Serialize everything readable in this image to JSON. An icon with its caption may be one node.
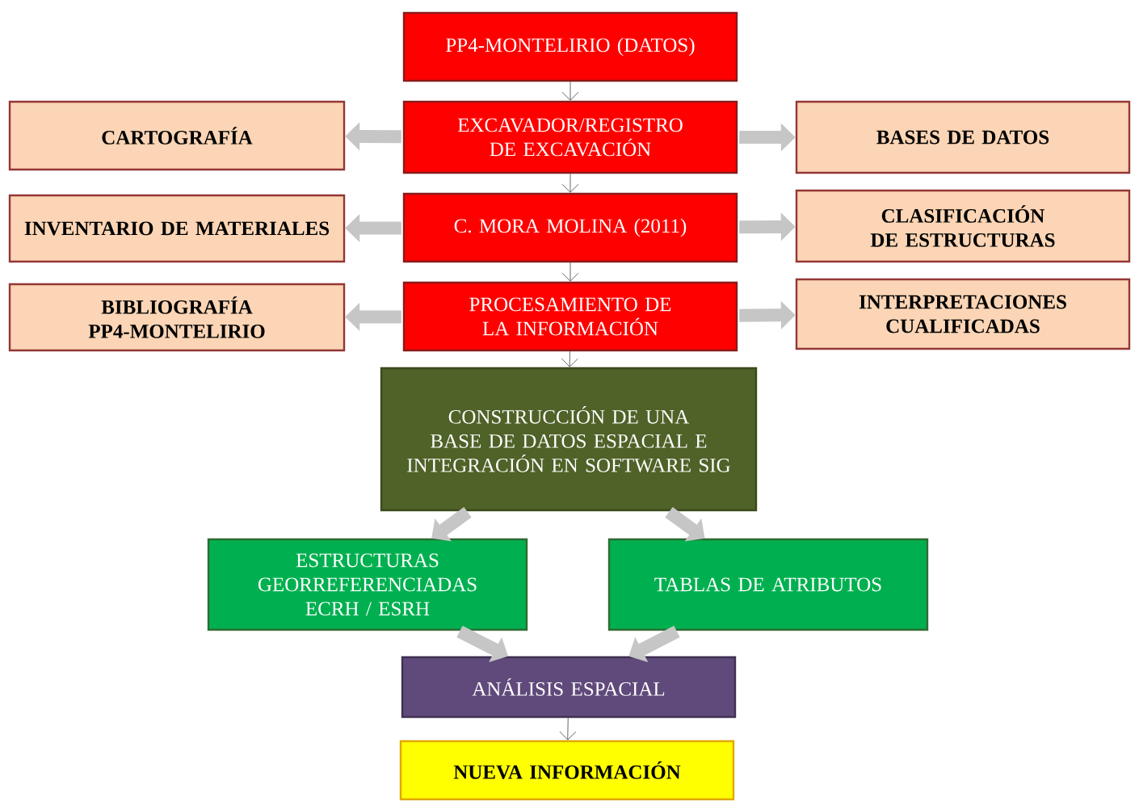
{
  "diagram": {
    "nodes": [
      {
        "text": [
          "PP4-MONTELIRIO (DATOS)"
        ]
      },
      {
        "text": [
          "CARTOGRAFÍA"
        ]
      },
      {
        "text": [
          "EXCAVADOR/REGISTRO DE EXCAVACIÓN"
        ]
      },
      {
        "text": [
          "BASES DE DATOS"
        ]
      },
      {
        "text": [
          "INVENTARIO DE MATERIALES"
        ]
      },
      {
        "text": [
          "C. MORA MOLINA (2011)"
        ]
      },
      {
        "text": [
          "CLASIFICACIÓN DE ESTRUCTURAS"
        ]
      },
      {
        "text": [
          "BIBLIOGRAFÍA PP4-MONTELIRIO"
        ]
      },
      {
        "text": [
          "PROCESAMIENTO DE LA INFORMACIÓN"
        ]
      },
      {
        "text": [
          "INTERPRETACIONES CUALIFICADAS"
        ]
      },
      {
        "text": [
          "CONSTRUCCIÓN DE UNA BASE DE DATOS ESPACIAL E INTEGRACIÓN EN SOFTWARE SIG"
        ]
      },
      {
        "text": [
          "ESTRUCTURAS GEORREFERENCIADAS ECRH / ESRH"
        ]
      },
      {
        "text": [
          "TABLAS DE ATRIBUTOS"
        ]
      },
      {
        "text": [
          "ANÁLISIS ESPACIAL"
        ]
      },
      {
        "text": [
          "NUEVA INFORMACIÓN"
        ]
      }
    ],
    "edges": [
      {
        "from": 0,
        "to": 2,
        "arrow": "to",
        "color": "#404040"
      },
      {
        "from": 2,
        "to": 1,
        "arrow": "to"
      },
      {
        "from": 2,
        "to": 3,
        "arrow": "to"
      },
      {
        "from": 2,
        "to": 5,
        "arrow": "to",
        "color": "#404040"
      },
      {
        "from": 5,
        "to": 4,
        "arrow": "to"
      },
      {
        "from": 5,
        "to": 6,
        "arrow": "to"
      },
      {
        "from": 5,
        "to": 8,
        "arrow": "to",
        "color": "#404040"
      },
      {
        "from": 8,
        "to": 7,
        "arrow": "to"
      },
      {
        "from": 8,
        "to": 9,
        "arrow": "to"
      },
      {
        "from": 8,
        "to": 10,
        "arrow": "to",
        "color": "#404040"
      },
      {
        "from": 10,
        "to": 11,
        "arrow": "to"
      },
      {
        "from": 10,
        "to": 12,
        "arrow": "to"
      },
      {
        "from": 11,
        "to": 13,
        "arrow": "to"
      },
      {
        "from": 12,
        "to": 13,
        "arrow": "to"
      },
      {
        "from": 13,
        "to": 14,
        "arrow": "to",
        "color": "#404040"
      }
    ]
  }
}
